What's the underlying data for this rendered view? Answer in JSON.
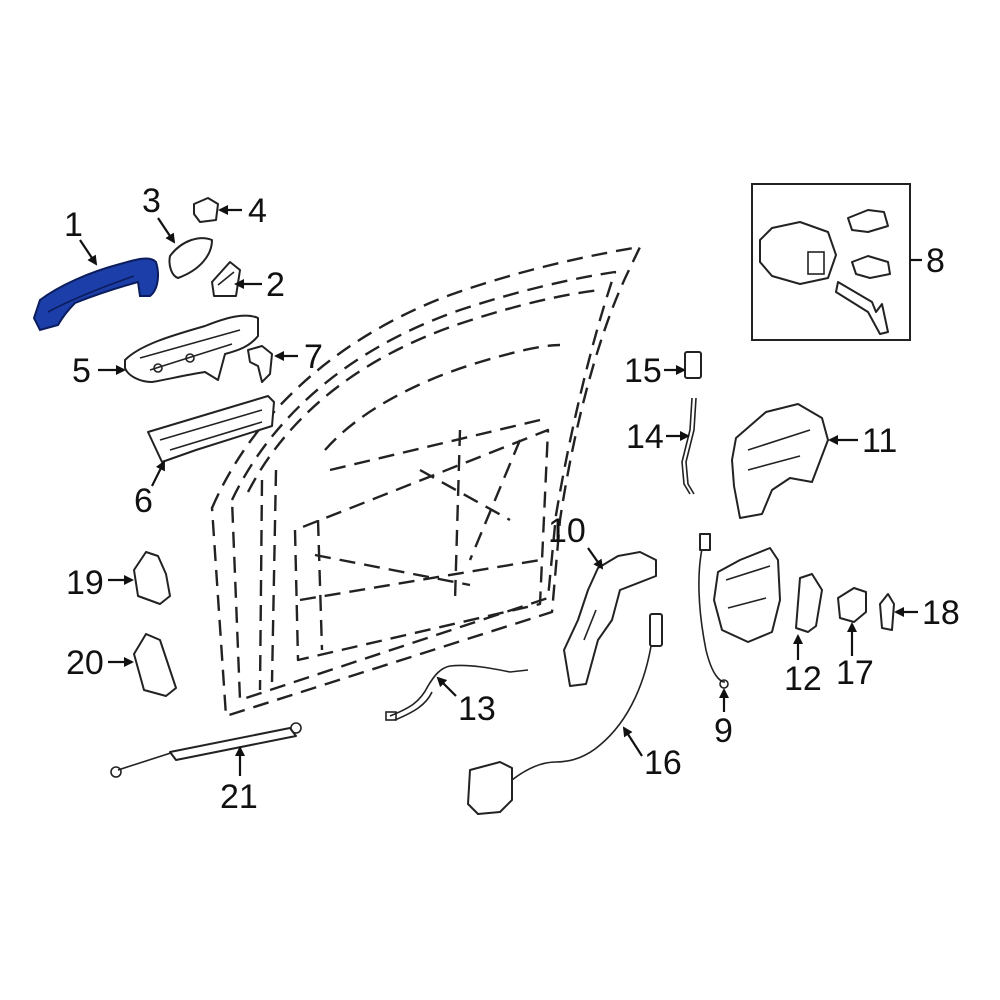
{
  "diagram": {
    "highlight_color": "#1c3ea8",
    "callouts": {
      "c1": "1",
      "c2": "2",
      "c3": "3",
      "c4": "4",
      "c5": "5",
      "c6": "6",
      "c7": "7",
      "c8": "8",
      "c9": "9",
      "c10": "10",
      "c11": "11",
      "c12": "12",
      "c13": "13",
      "c14": "14",
      "c15": "15",
      "c16": "16",
      "c17": "17",
      "c18": "18",
      "c19": "19",
      "c20": "20",
      "c21": "21"
    }
  }
}
